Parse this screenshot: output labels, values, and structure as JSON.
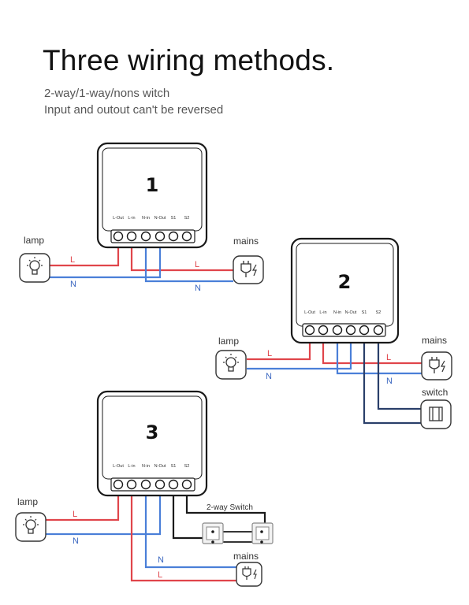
{
  "title": "Three wiring methods.",
  "subtitle_line1": "2-way/1-way/nons witch",
  "subtitle_line2": "Input and outout can't be reversed",
  "terminal_labels": [
    "L-Out",
    "L-in",
    "N-in",
    "N-Out",
    "S1",
    "S2"
  ],
  "labels": {
    "lamp": "lamp",
    "mains": "mains",
    "switch": "switch",
    "two_way_switch": "2-way Switch",
    "L": "L",
    "N": "N"
  },
  "modules": [
    "1",
    "2",
    "3"
  ],
  "colors": {
    "live": "#e0454b",
    "neutral": "#4a7fd8",
    "switch_wire": "#2a3f6a",
    "black_wire": "#1a1a1a",
    "device_outline": "#1a1a1a"
  },
  "icons": [
    "lightbulb-icon",
    "plug-icon",
    "wall-switch-icon",
    "two-way-switch-icon"
  ]
}
